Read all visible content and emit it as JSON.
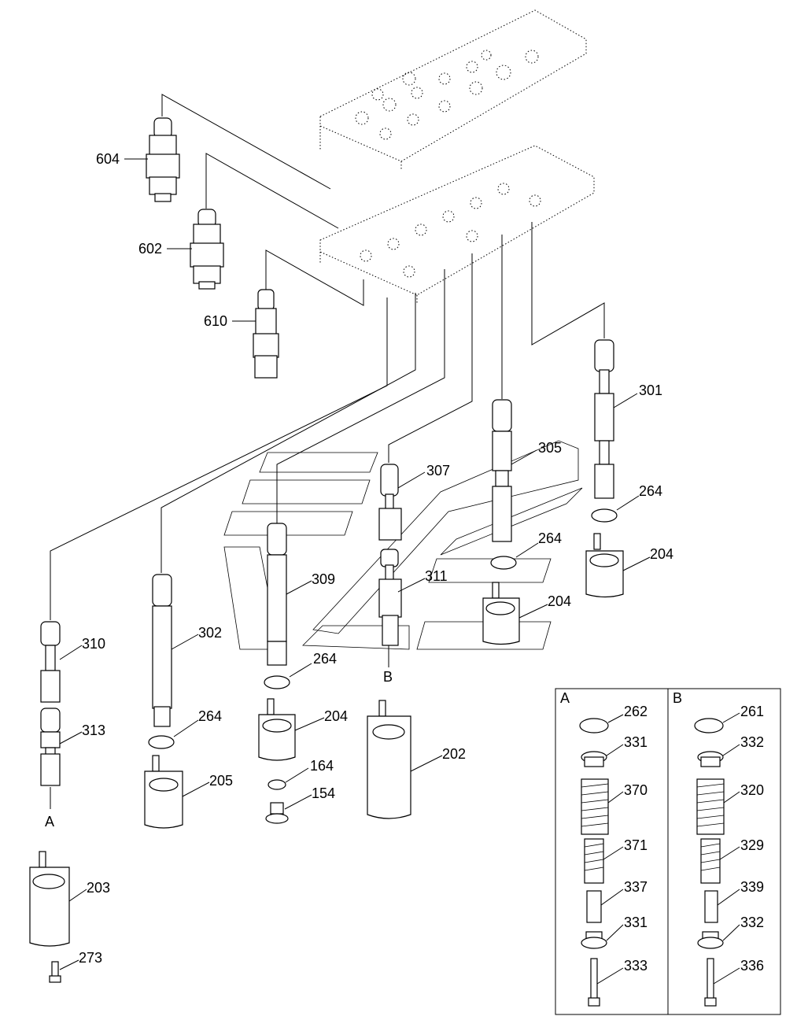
{
  "diagram": {
    "labels": {
      "l604": "604",
      "l602": "602",
      "l610": "610",
      "l301": "301",
      "l305": "305",
      "l307": "307",
      "l264a": "264",
      "l264b": "264",
      "l204a": "204",
      "l204b": "204",
      "l309": "309",
      "l311": "311",
      "l310": "310",
      "l302": "302",
      "l264c": "264",
      "l264d": "264",
      "l313": "313",
      "l204c": "204",
      "l202": "202",
      "l205": "205",
      "l164": "164",
      "l154": "154",
      "l203": "203",
      "l273": "273",
      "markA": "A",
      "markB": "B"
    },
    "detail_A": {
      "title": "A",
      "labels": [
        "262",
        "331",
        "370",
        "371",
        "337",
        "331",
        "333"
      ]
    },
    "detail_B": {
      "title": "B",
      "labels": [
        "261",
        "332",
        "320",
        "329",
        "339",
        "332",
        "336"
      ]
    }
  }
}
